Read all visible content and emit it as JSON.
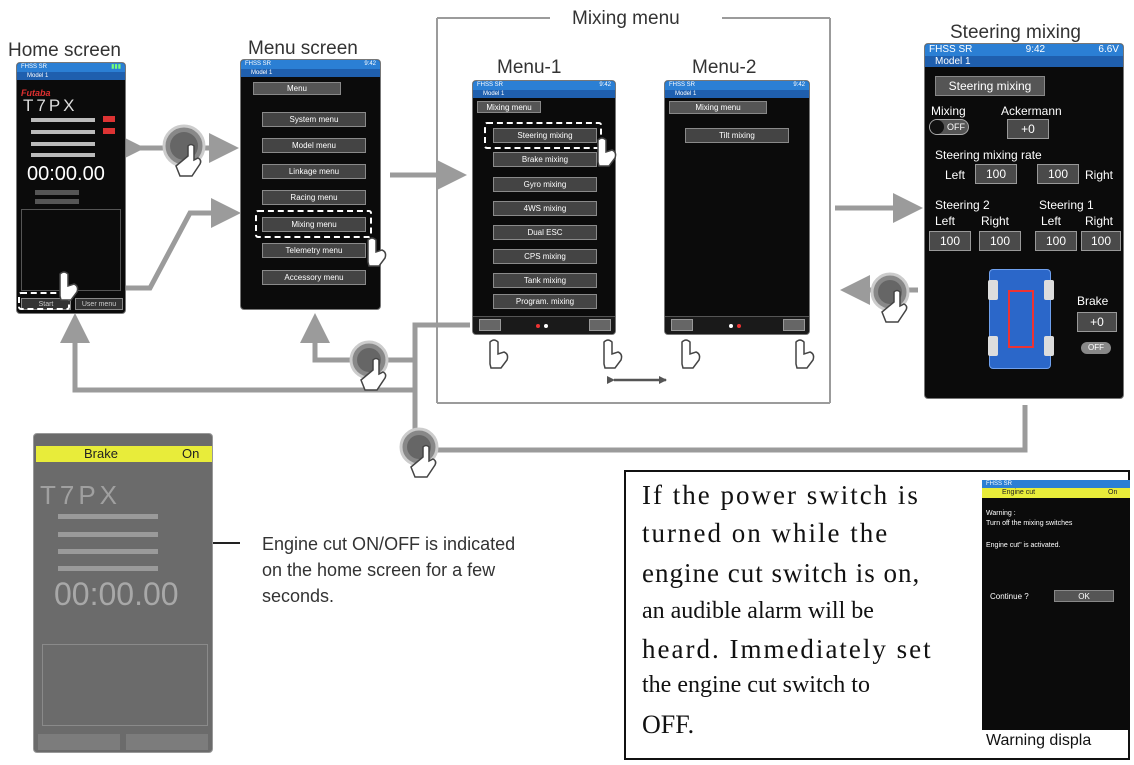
{
  "labels": {
    "home": "Home screen",
    "menu": "Menu screen",
    "mixing_group": "Mixing menu",
    "menu1": "Menu-1",
    "menu2": "Menu-2",
    "steering": "Steering mixing",
    "warning_display": "Warning displa"
  },
  "home_screen": {
    "status": "FHSS SR",
    "model": "Model 1",
    "brand": "Futaba",
    "device": "T7PX",
    "timer": "00:00.00",
    "bottom_left": "Start",
    "bottom_right": "User menu"
  },
  "menu_screen": {
    "status": "FHSS SR",
    "time": "9:42",
    "model": "Model 1",
    "title": "Menu",
    "items": [
      "System menu",
      "Model menu",
      "Linkage menu",
      "Racing menu",
      "Mixing menu",
      "Telemetry menu",
      "Accessory menu"
    ]
  },
  "menu1_screen": {
    "status": "FHSS SR",
    "time": "9:42",
    "model": "Model 1",
    "title": "Mixing menu",
    "items": [
      "Steering mixing",
      "Brake mixing",
      "Gyro mixing",
      "4WS mixing",
      "Dual ESC",
      "CPS mixing",
      "Tank mixing",
      "Program. mixing"
    ]
  },
  "menu2_screen": {
    "status": "FHSS SR",
    "time": "9:42",
    "model": "Model 1",
    "title": "Mixing menu",
    "items": [
      "Tilt mixing"
    ]
  },
  "steering_screen": {
    "status": "FHSS SR",
    "time": "9:42",
    "voltage": "6.6V",
    "model": "Model 1",
    "title": "Steering mixing",
    "mixing_label": "Mixing",
    "mixing_toggle": "OFF",
    "ackermann_label": "Ackermann",
    "ackermann_value": "+0",
    "rate_label": "Steering mixing rate",
    "left": "Left",
    "right": "Right",
    "rate_left": "100",
    "rate_right": "100",
    "steering2_label": "Steering 2",
    "steering1_label": "Steering 1",
    "s2_left": "100",
    "s2_right": "100",
    "s1_left": "100",
    "s1_right": "100",
    "brake_label": "Brake",
    "brake_value": "+0",
    "brake_toggle": "OFF"
  },
  "brake_screen": {
    "header_left": "Brake",
    "header_right": "On",
    "device": "T7PX",
    "timer": "00:00.00"
  },
  "engine_cut_note": {
    "line1": "Engine cut ON/OFF is indicated",
    "line2": "on the home screen for a few",
    "line3": "seconds."
  },
  "warning": {
    "line1": "If the power switch is",
    "line2": "turned on while the",
    "line3": "engine cut switch is on,",
    "line4": "an audible alarm will be",
    "line5": "heard. Immediately set",
    "line6": "the engine cut switch to",
    "line7": "OFF.",
    "screen_status": "FHSS SR",
    "screen_title": "Engine cut",
    "screen_on": "On",
    "msg1": "Warning :",
    "msg2": "Turn off the mixing switches",
    "msg3": "Engine cut\" is activated.",
    "continue": "Continue ?",
    "ok": "OK"
  },
  "colors": {
    "screen_bg": "#0b0b0b",
    "status_bar": "#2b7fd4",
    "arrow_gray": "#9b9b9b",
    "brake_yellow": "#e8ec3a",
    "car_blue": "#2b67c9"
  }
}
